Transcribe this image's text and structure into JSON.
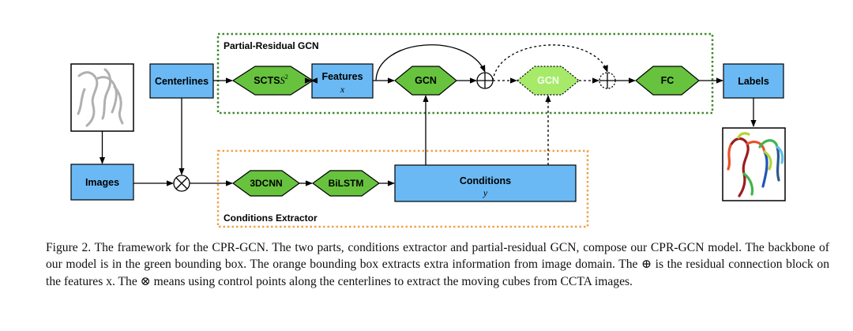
{
  "figure": {
    "green_box_label": "Partial-Residual GCN",
    "orange_box_label": "Conditions Extractor",
    "nodes": {
      "centerlines": "Centerlines",
      "images": "Images",
      "scts": "SCTS",
      "scts_sup": "2",
      "features": "Features",
      "features_var": "x",
      "gcn1": "GCN",
      "gcn2": "GCN",
      "fc": "FC",
      "labels": "Labels",
      "cnn3d": "3DCNN",
      "bilstm": "BiLSTM",
      "conditions": "Conditions",
      "conditions_var": "y"
    },
    "colors": {
      "blue_box": "#6ab9f4",
      "green_diamond": "#67c33e",
      "light_green_diamond": "#a7ea6a",
      "green_border": "#3d8a2d",
      "orange_border": "#f0a24a",
      "vessel_colors": [
        "#9a1d20",
        "#e7522a",
        "#1f55b5",
        "#3fb54a",
        "#b3d435",
        "#5fc0ea",
        "#2a5a8c"
      ]
    },
    "icons": [
      "centerline-sketch-icon",
      "colored-vessels-icon",
      "residual-add-icon",
      "control-point-multiply-icon"
    ]
  },
  "caption": {
    "text": "Figure 2. The framework for the CPR-GCN. The two parts, conditions extractor and partial-residual GCN, compose our CPR-GCN model. The backbone of our model is in the green bounding box. The orange bounding box extracts extra information from image domain. The ⊕ is the residual connection block on the features x. The ⊗ means using control points along the centerlines to extract the moving cubes from CCTA images."
  }
}
